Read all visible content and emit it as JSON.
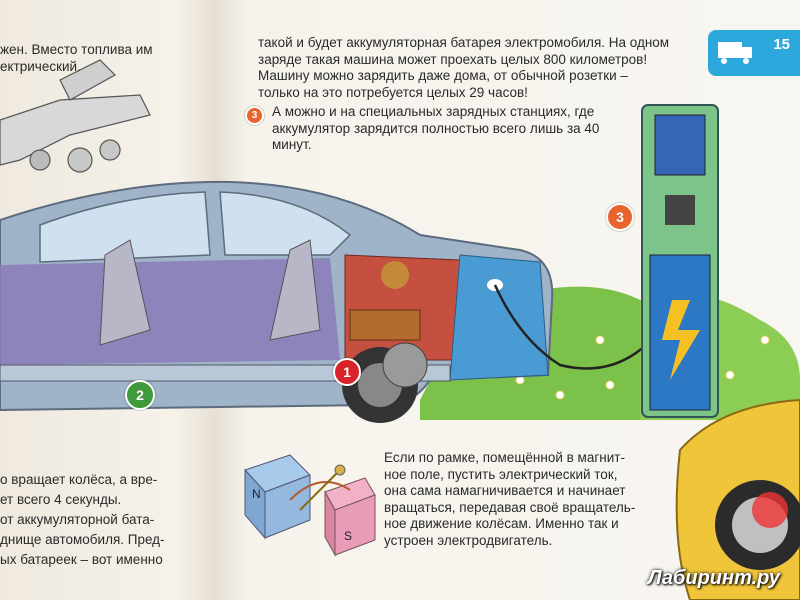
{
  "page_number": "15",
  "text_top_left": {
    "lines": [
      "жен. Вместо топлива им",
      "ектрический."
    ]
  },
  "text_top_right": {
    "lines": [
      "такой и будет аккумуляторная батарея электромобиля. На одном",
      "заряде такая машина может проехать целых 800 километров!",
      "Машину можно зарядить даже дома, от обычной розетки –",
      "только на это потребуется целых 29 часов!"
    ]
  },
  "step3": {
    "badge": "3",
    "lines": [
      "А можно и на специальных зарядных станциях, где",
      "аккумулятор зарядится полностью всего лишь за 40",
      "минут."
    ]
  },
  "callouts": {
    "one": "1",
    "two": "2",
    "three": "3"
  },
  "text_bottom_left": {
    "lines": [
      "о вращает колёса, а вре-",
      "ет всего 4 секунды.",
      "от аккумуляторной бата-",
      "днище автомобиля. Пред-",
      "ых батареек – вот именно"
    ]
  },
  "text_bottom_right": {
    "lines": [
      "Если по рамке, помещённой в магнит-",
      "ное поле, пустить электрический ток,",
      "она сама намагничивается и начинает",
      "вращаться, передавая своё вращатель-",
      "ное движение колёсам. Именно так и",
      "устроен электродвигатель."
    ]
  },
  "magnet_labels": {
    "north": "N",
    "south": "S"
  },
  "watermark": "Лабиринт.ру",
  "colors": {
    "page_tab": "#2da8dc",
    "badge_orange": "#e8642c",
    "badge_red": "#d8232a",
    "badge_green": "#3f9a3c",
    "car_body": "#9fb3c9",
    "interior": "#8a7bb8",
    "grass": "#7cc24a",
    "station_green": "#7cc48a"
  }
}
